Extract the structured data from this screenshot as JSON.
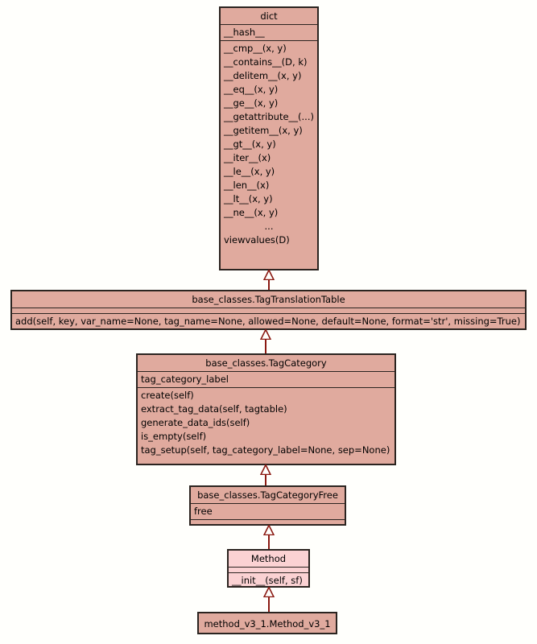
{
  "diagram": {
    "title": "UML class inheritance diagram",
    "background_color": "#fffffc",
    "box_fill_color": "#e0aa9e",
    "box_fill_color_light": "#fbd2d3",
    "border_color": "#2b2420",
    "edge_color": "#8b1a12"
  },
  "classes": [
    {
      "id": "dict",
      "name": "dict",
      "attributes": [
        "__hash__"
      ],
      "methods": [
        "__cmp__(x, y)",
        "__contains__(D, k)",
        "__delitem__(x, y)",
        "__eq__(x, y)",
        "__ge__(x, y)",
        "__getattribute__(...)",
        "__getitem__(x, y)",
        "__gt__(x, y)",
        "__iter__(x)",
        "__le__(x, y)",
        "__len__(x)",
        "__lt__(x, y)",
        "__ne__(x, y)",
        "...",
        "viewvalues(D)"
      ]
    },
    {
      "id": "tagtranslationtable",
      "name": "base_classes.TagTranslationTable",
      "attributes": [],
      "methods": [
        "add(self, key, var_name=None, tag_name=None, allowed=None, default=None, format='str', missing=True)"
      ]
    },
    {
      "id": "tagcategory",
      "name": "base_classes.TagCategory",
      "attributes": [
        "tag_category_label"
      ],
      "methods": [
        "create(self)",
        "extract_tag_data(self, tagtable)",
        "generate_data_ids(self)",
        "is_empty(self)",
        "tag_setup(self, tag_category_label=None, sep=None)"
      ]
    },
    {
      "id": "tagcategoryfree",
      "name": "base_classes.TagCategoryFree",
      "attributes": [
        "free"
      ],
      "methods": []
    },
    {
      "id": "method",
      "name": "Method",
      "attributes": [],
      "methods": [
        "__init__(self, sf)"
      ]
    },
    {
      "id": "methodv31",
      "name": "method_v3_1.Method_v3_1",
      "attributes": [],
      "methods": []
    }
  ],
  "relations": [
    {
      "from": "tagtranslationtable",
      "to": "dict",
      "type": "inheritance"
    },
    {
      "from": "tagcategory",
      "to": "tagtranslationtable",
      "type": "inheritance"
    },
    {
      "from": "tagcategoryfree",
      "to": "tagcategory",
      "type": "inheritance"
    },
    {
      "from": "method",
      "to": "tagcategoryfree",
      "type": "inheritance"
    },
    {
      "from": "methodv31",
      "to": "method",
      "type": "inheritance"
    }
  ]
}
